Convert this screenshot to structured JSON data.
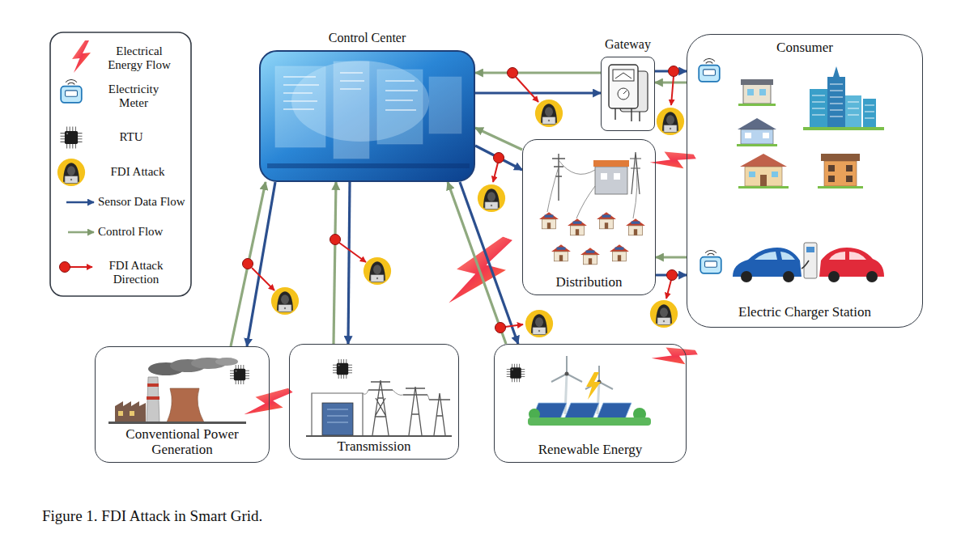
{
  "diagram": {
    "caption": "Figure 1. FDI Attack in Smart Grid.",
    "nodes": [
      {
        "text": [
          "Control Center"
        ]
      },
      {
        "text": [
          "Gateway"
        ]
      },
      {
        "text": [
          "Consumer",
          "Electric Charger Station"
        ]
      },
      {
        "text": [
          "Distribution"
        ]
      },
      {
        "text": [
          "Conventional Power Generation"
        ]
      },
      {
        "text": [
          "Transmission"
        ]
      },
      {
        "text": [
          "Renewable Energy"
        ]
      }
    ],
    "edges": [
      {
        "from": 1,
        "to": 0,
        "arrow": "to"
      },
      {
        "from": 0,
        "to": 1,
        "arrow": "to"
      },
      {
        "from": 1,
        "to": 2,
        "arrow": "to"
      },
      {
        "from": 2,
        "to": 1,
        "arrow": "to"
      },
      {
        "from": 3,
        "to": 0,
        "arrow": "to"
      },
      {
        "from": 0,
        "to": 3,
        "arrow": "to"
      },
      {
        "from": 2,
        "to": 3,
        "arrow": "to"
      },
      {
        "from": 3,
        "to": 2,
        "arrow": "to"
      },
      {
        "from": 4,
        "to": 0,
        "arrow": "to"
      },
      {
        "from": 0,
        "to": 4,
        "arrow": "to"
      },
      {
        "from": 5,
        "to": 0,
        "arrow": "to"
      },
      {
        "from": 0,
        "to": 5,
        "arrow": "to"
      },
      {
        "from": 6,
        "to": 0,
        "arrow": "to"
      },
      {
        "from": 0,
        "to": 6,
        "arrow": "to"
      }
    ],
    "legend": [
      {
        "text": "Electrical Energy Flow"
      },
      {
        "text": "Electricity Meter"
      },
      {
        "text": "RTU"
      },
      {
        "text": "FDI Attack"
      },
      {
        "text": "Sensor Data Flow"
      },
      {
        "text": "Control Flow"
      },
      {
        "text": "FDI Attack Direction"
      }
    ]
  }
}
